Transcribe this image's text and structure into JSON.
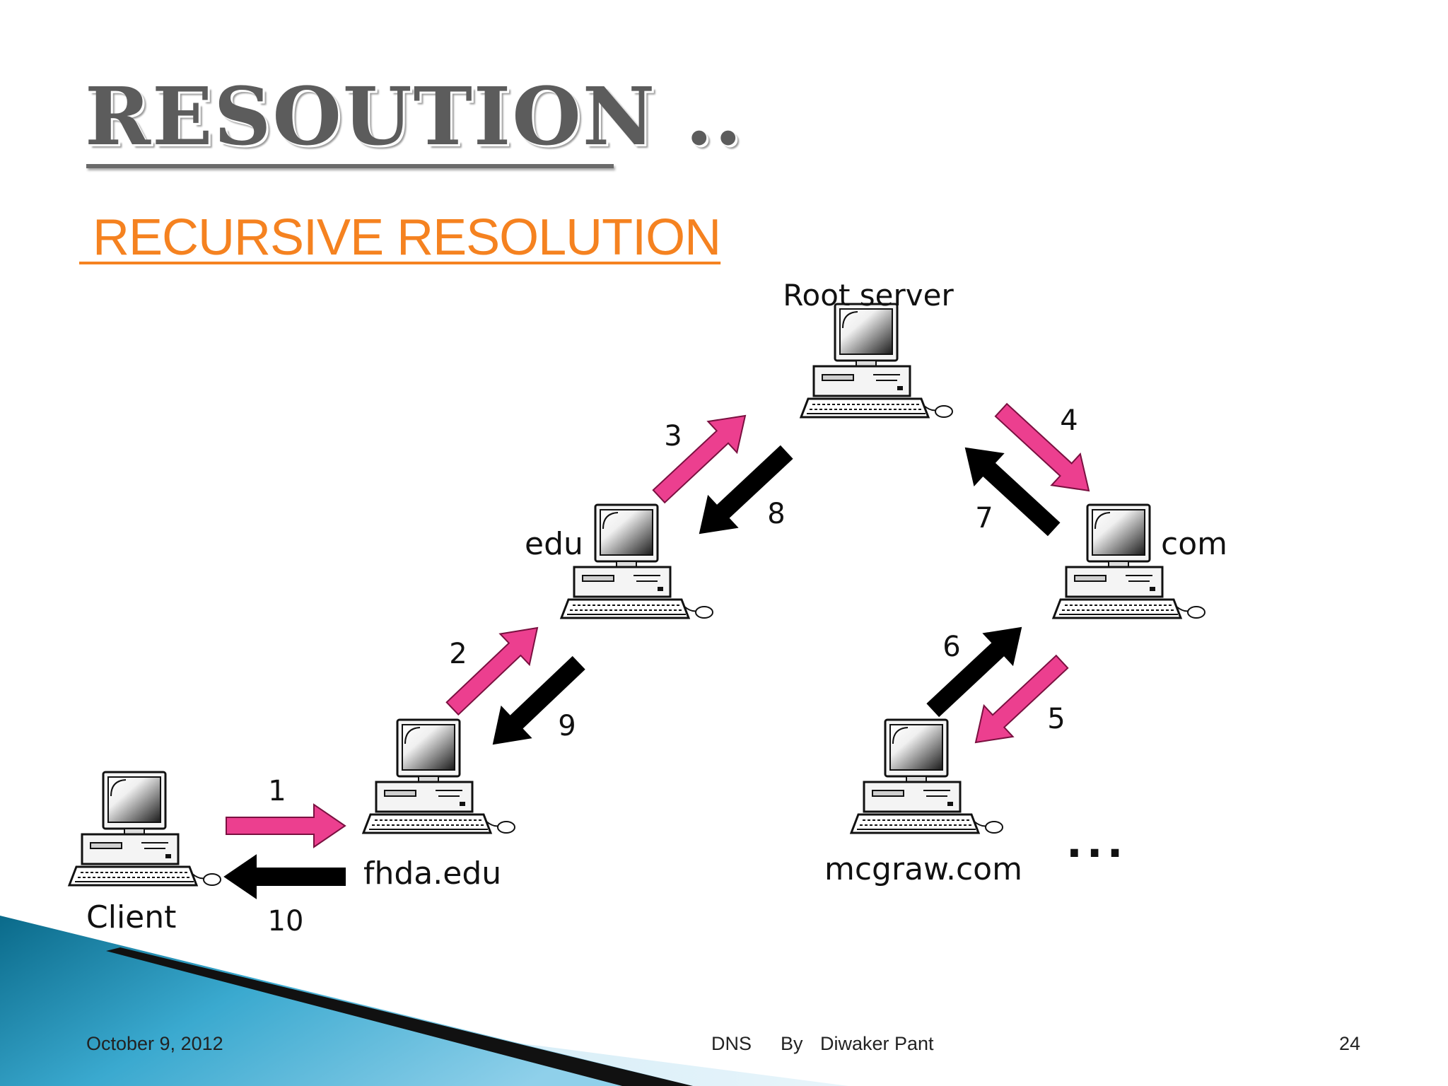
{
  "slide": {
    "title": "RESOUTION ..",
    "subtitle": " RECURSIVE RESOLUTION",
    "footer": {
      "date": "October 9, 2012",
      "topic": "DNS",
      "by": "By",
      "author": "Diwaker Pant",
      "page": "24"
    }
  },
  "diagram": {
    "nodes": {
      "root": "Root server",
      "edu": "edu",
      "com": "com",
      "fhda": "fhda.edu",
      "mcgraw": "mcgraw.com",
      "client": "Client",
      "ellipsis": "..."
    },
    "steps": [
      "1",
      "2",
      "3",
      "4",
      "5",
      "6",
      "7",
      "8",
      "9",
      "10"
    ],
    "colors": {
      "request": "#ec3f8f",
      "response": "#000000",
      "accent": "#f58220"
    }
  }
}
